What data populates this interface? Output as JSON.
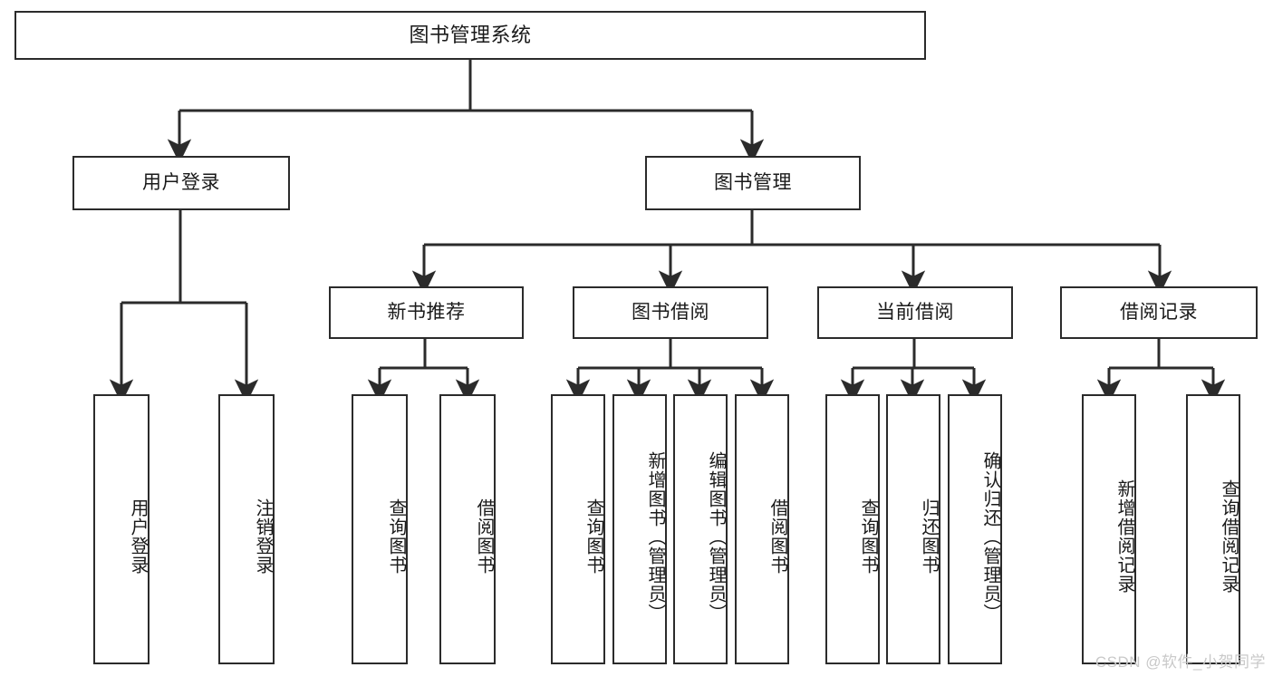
{
  "diagram": {
    "title": "图书管理系统",
    "type": "tree",
    "colors": {
      "box_border": "#2b2b2b",
      "box_fill": "#ffffff",
      "line": "#2b2b2b",
      "text": "#1a1a1a",
      "watermark": "#c9c9c9"
    },
    "root": {
      "label": "图书管理系统"
    },
    "level2": [
      {
        "label": "用户登录"
      },
      {
        "label": "图书管理"
      }
    ],
    "level3": [
      {
        "label": "新书推荐"
      },
      {
        "label": "图书借阅"
      },
      {
        "label": "当前借阅"
      },
      {
        "label": "借阅记录"
      }
    ],
    "leaves": {
      "user_login": [
        {
          "label": "用户登录"
        },
        {
          "label": "注销登录"
        }
      ],
      "new_book": [
        {
          "label": "查询图书"
        },
        {
          "label": "借阅图书"
        }
      ],
      "book_borrow": [
        {
          "label": "查询图书"
        },
        {
          "label": "新增图书（管理员）"
        },
        {
          "label": "编辑图书（管理员）"
        },
        {
          "label": "借阅图书"
        }
      ],
      "current_borrow": [
        {
          "label": "查询图书"
        },
        {
          "label": "归还图书"
        },
        {
          "label": "确认归还（管理员）"
        }
      ],
      "borrow_record": [
        {
          "label": "新增借阅记录"
        },
        {
          "label": "查询借阅记录"
        }
      ]
    }
  },
  "watermark": {
    "text": "CSDN @软件_小贺同学"
  }
}
